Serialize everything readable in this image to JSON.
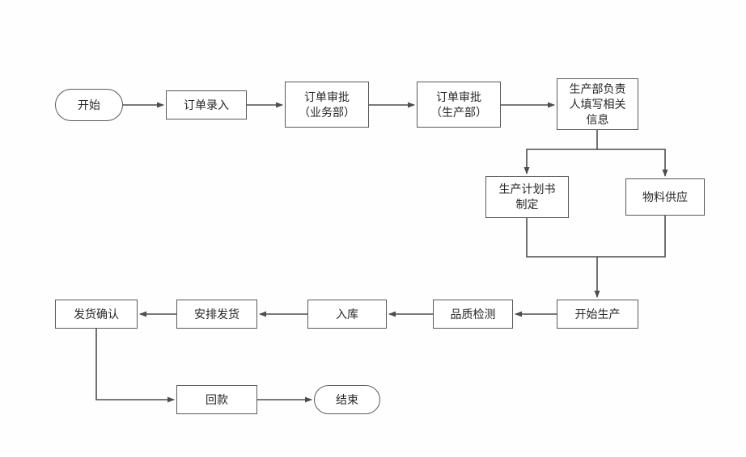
{
  "diagram": {
    "type": "flowchart",
    "background_color": "#fefefe",
    "stroke_color": "#4d4d4d",
    "box_border_color": "#595959",
    "text_color": "#262626",
    "nodes": {
      "start": {
        "label": "开始",
        "shape": "terminal"
      },
      "order_entry": {
        "label": "订单录入",
        "shape": "process"
      },
      "order_approval_business": {
        "label": "订单审批\n（业务部）",
        "shape": "process"
      },
      "order_approval_production": {
        "label": "订单审批\n（生产部）",
        "shape": "process"
      },
      "production_lead_fill_info": {
        "label": "生产部负责\n人填写相关\n信息",
        "shape": "process"
      },
      "production_plan": {
        "label": "生产计划书\n制定",
        "shape": "process"
      },
      "material_supply": {
        "label": "物料供应",
        "shape": "process"
      },
      "start_production": {
        "label": "开始生产",
        "shape": "process"
      },
      "quality_inspection": {
        "label": "品质检测",
        "shape": "process"
      },
      "warehousing": {
        "label": "入库",
        "shape": "process"
      },
      "arrange_shipment": {
        "label": "安排发货",
        "shape": "process"
      },
      "shipment_confirmation": {
        "label": "发货确认",
        "shape": "process"
      },
      "payment_collection": {
        "label": "回款",
        "shape": "process"
      },
      "end": {
        "label": "结束",
        "shape": "terminal"
      }
    },
    "edges": [
      {
        "from": "start",
        "to": "order_entry"
      },
      {
        "from": "order_entry",
        "to": "order_approval_business"
      },
      {
        "from": "order_approval_business",
        "to": "order_approval_production"
      },
      {
        "from": "order_approval_production",
        "to": "production_lead_fill_info"
      },
      {
        "from": "production_lead_fill_info",
        "to": "production_plan"
      },
      {
        "from": "production_lead_fill_info",
        "to": "material_supply"
      },
      {
        "from": "production_plan",
        "to": "start_production"
      },
      {
        "from": "material_supply",
        "to": "start_production"
      },
      {
        "from": "start_production",
        "to": "quality_inspection"
      },
      {
        "from": "quality_inspection",
        "to": "warehousing"
      },
      {
        "from": "warehousing",
        "to": "arrange_shipment"
      },
      {
        "from": "arrange_shipment",
        "to": "shipment_confirmation"
      },
      {
        "from": "shipment_confirmation",
        "to": "payment_collection"
      },
      {
        "from": "payment_collection",
        "to": "end"
      }
    ]
  }
}
